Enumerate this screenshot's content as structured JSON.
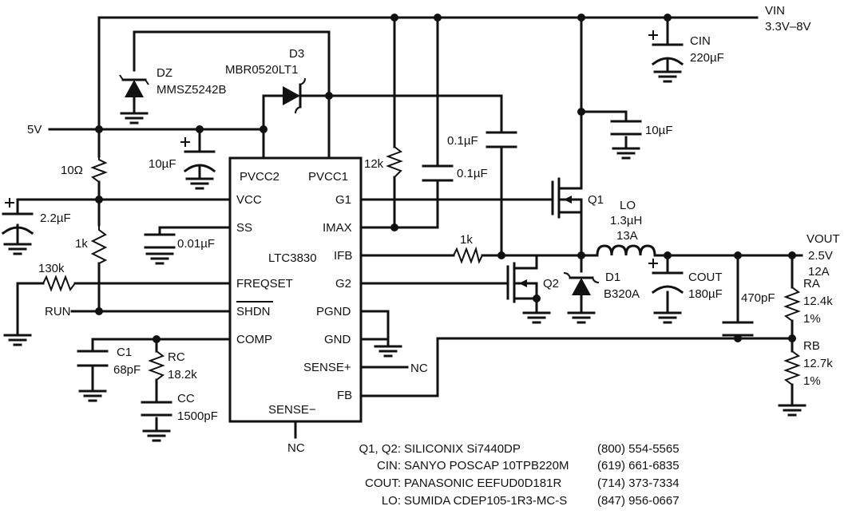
{
  "rails": {
    "vin_label": "VIN",
    "vin_range": "3.3V–8V",
    "five_v": "5V"
  },
  "ic": {
    "name": "LTC3830",
    "pins": {
      "pvcc2": "PVCC2",
      "pvcc1": "PVCC1",
      "vcc": "VCC",
      "ss": "SS",
      "freqset": "FREQSET",
      "shdn": "SHDN",
      "comp": "COMP",
      "g1": "G1",
      "imax": "IMAX",
      "ifb": "IFB",
      "g2": "G2",
      "pgnd": "PGND",
      "gnd": "GND",
      "sense_plus": "SENSE+",
      "fb": "FB",
      "sense_minus": "SENSE−"
    },
    "nc_bottom": "NC",
    "nc_right": "NC"
  },
  "components": {
    "dz_ref": "DZ",
    "dz_part": "MMSZ5242B",
    "d3_ref": "D3",
    "d3_part": "MBR0520LT1",
    "cin_ref": "CIN",
    "cin_val": "220µF",
    "c_10u_top": "10µF",
    "c_10u_left": "10µF",
    "r_10ohm": "10Ω",
    "c_2u2": "2.2µF",
    "r_1k_left": "1k",
    "c_ss": "0.01µF",
    "r_130k": "130k",
    "run": "RUN",
    "c1_ref": "C1",
    "c1_val": "68pF",
    "rc_ref": "RC",
    "rc_val": "18.2k",
    "cc_ref": "CC",
    "cc_val": "1500pF",
    "r_12k": "12k",
    "c_boot1": "0.1µF",
    "c_boot2": "0.1µF",
    "r_1k_ifb": "1k",
    "q1_ref": "Q1",
    "q2_ref": "Q2",
    "lo_ref": "LO",
    "lo_val": "1.3µH",
    "lo_amp": "13A",
    "d1_ref": "D1",
    "d1_part": "B320A",
    "cout_ref": "COUT",
    "cout_val": "180µF",
    "c_470p": "470pF",
    "ra_ref": "RA",
    "ra_val": "12.4k",
    "ra_tol": "1%",
    "rb_ref": "RB",
    "rb_val": "12.7k",
    "rb_tol": "1%",
    "vout_label": "VOUT",
    "vout_v": "2.5V",
    "vout_a": "12A"
  },
  "bom": [
    {
      "ref": "Q1, Q2:",
      "part": "SILICONIX Si7440DP",
      "phone": "(800) 554-5565"
    },
    {
      "ref": "CIN:",
      "part": "SANYO POSCAP 10TPB220M",
      "phone": "(619) 661-6835"
    },
    {
      "ref": "COUT:",
      "part": "PANASONIC EEFUD0D181R",
      "phone": "(714) 373-7334"
    },
    {
      "ref": "LO:",
      "part": "SUMIDA CDEP105-1R3-MC-S",
      "phone": "(847) 956-0667"
    }
  ]
}
